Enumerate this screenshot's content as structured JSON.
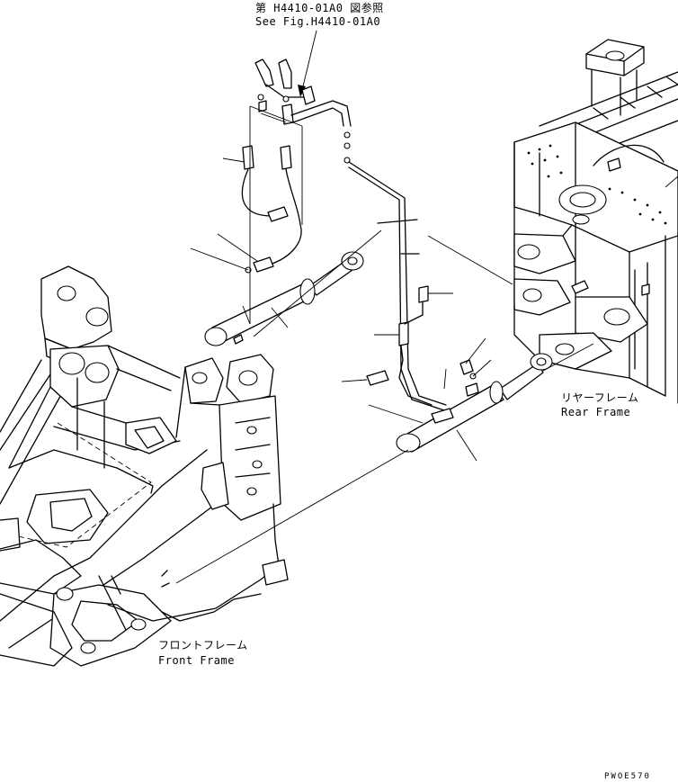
{
  "reference": {
    "jp": "第 H4410-01A0 図参照",
    "en": "See Fig.H4410-01A0"
  },
  "rear_frame": {
    "jp": "リヤーフレーム",
    "en": "Rear Frame"
  },
  "front_frame": {
    "jp": "フロントフレーム",
    "en": "Front Frame"
  },
  "drawing_code": "PWOE570"
}
